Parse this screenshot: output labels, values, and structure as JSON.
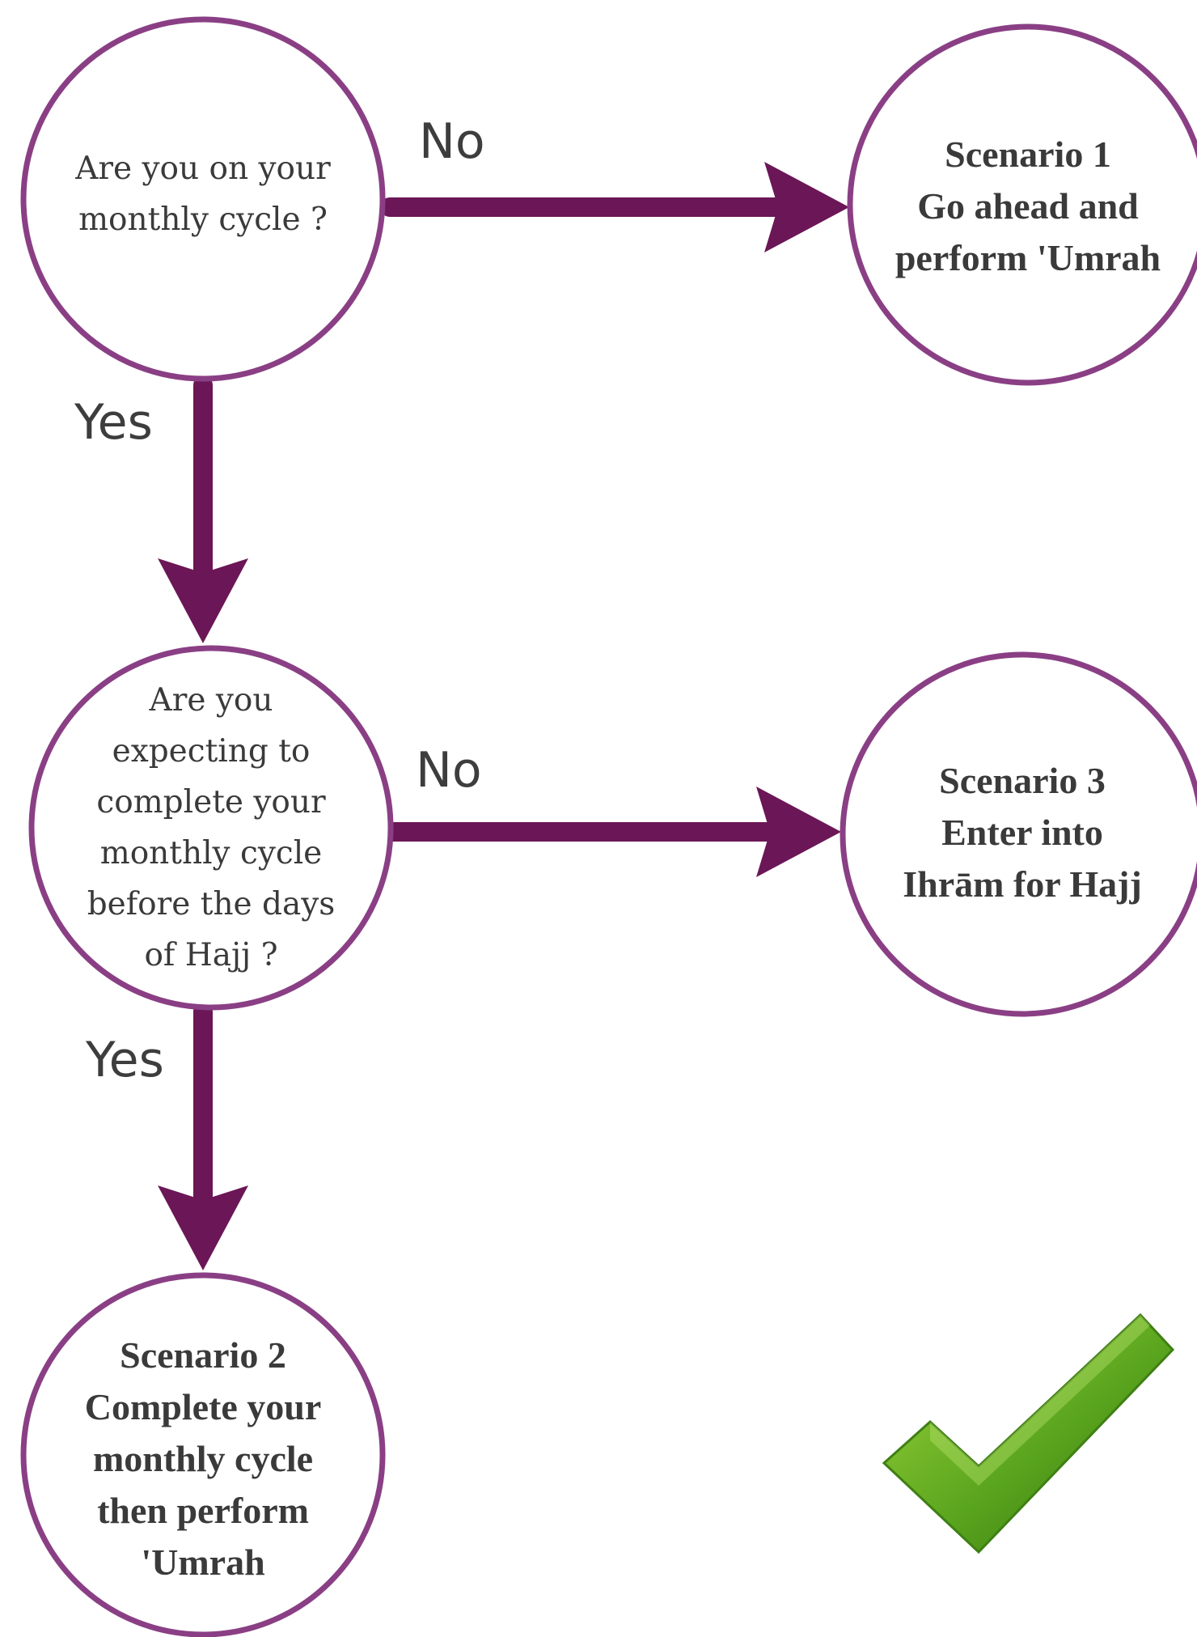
{
  "diagram": {
    "nodes": {
      "q1": {
        "lines": [
          "Are you on your",
          "monthly cycle ?"
        ]
      },
      "scenario1": {
        "lines": [
          "Scenario 1",
          "Go ahead and",
          "perform 'Umrah"
        ]
      },
      "q2": {
        "lines": [
          "Are you",
          "expecting to",
          "complete your",
          "monthly cycle",
          "before the days",
          "of Hajj ?"
        ]
      },
      "scenario3": {
        "lines": [
          "Scenario 3",
          "Enter into",
          "Ihrām for Hajj"
        ]
      },
      "scenario2": {
        "lines": [
          "Scenario 2",
          "Complete your",
          "monthly cycle",
          "then perform",
          "'Umrah"
        ]
      }
    },
    "edges": {
      "q1_no": "No",
      "q1_yes": "Yes",
      "q2_no": "No",
      "q2_yes": "Yes"
    },
    "colors": {
      "node_border": "#8a3f85",
      "arrow": "#6b1656",
      "checkmark": "#5aa51e"
    },
    "decoration": {
      "checkmark_icon": "checkmark-icon"
    }
  }
}
